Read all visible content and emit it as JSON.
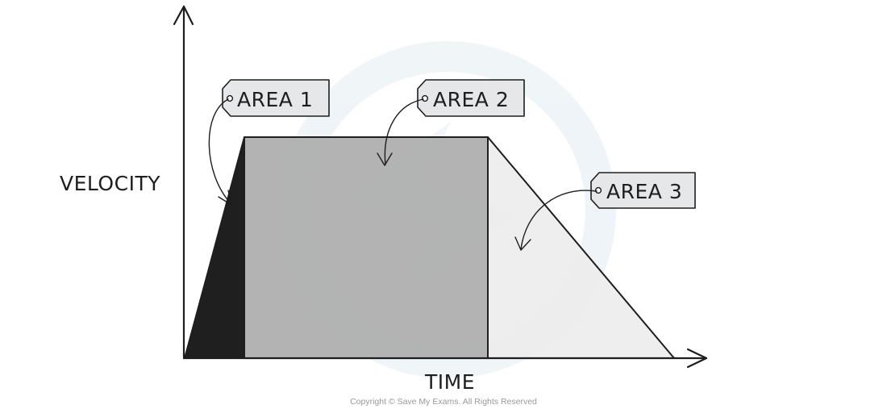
{
  "diagram": {
    "axes": {
      "y_label": "VELOCITY",
      "x_label": "TIME"
    },
    "regions": [
      {
        "id": "area-1",
        "label": "AREA 1",
        "shape": "triangle",
        "color": "#1f1f1f"
      },
      {
        "id": "area-2",
        "label": "AREA 2",
        "shape": "rectangle",
        "color": "#adadad"
      },
      {
        "id": "area-3",
        "label": "AREA 3",
        "shape": "triangle",
        "color": "#ececec"
      }
    ],
    "copyright": "Copyright © Save My Exams. All Rights Reserved"
  },
  "colors": {
    "line": "#1e1e1e",
    "tag_fill": "#e6e7e8",
    "watermark": "#dfe9f1"
  }
}
